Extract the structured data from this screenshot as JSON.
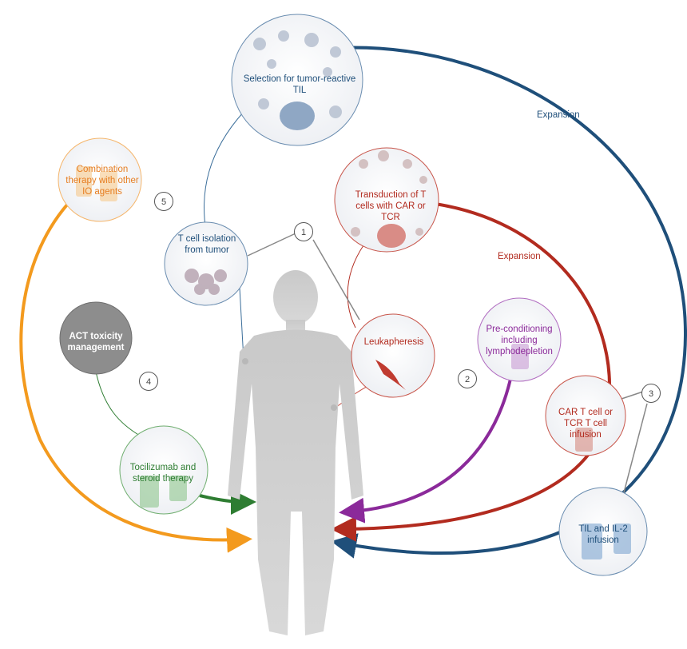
{
  "colors": {
    "til_blue": "#1f4f7a",
    "car_red": "#b22b1f",
    "purple": "#8b2a9a",
    "green": "#2e7d32",
    "orange": "#f39a1e",
    "gray": "#777777"
  },
  "labels": {
    "selection": "Selection for tumor-reactive TIL",
    "expansion_outer": "Expansion",
    "combination": "Combination therapy with other IO agents",
    "transduction": "Transduction of T cells with CAR or TCR",
    "isolation": "T cell isolation from tumor",
    "expansion_inner": "Expansion",
    "act_toxicity": "ACT toxicity management",
    "leukapheresis": "Leukapheresis",
    "preconditioning": "Pre-conditioning including lymphodepletion",
    "car_infusion": "CAR T cell or TCR T cell infusion",
    "tocilizumab": "Tocilizumab and steroid therapy",
    "til_infusion": "TIL and IL-2 infusion"
  },
  "steps": [
    "1",
    "2",
    "3",
    "4",
    "5"
  ]
}
